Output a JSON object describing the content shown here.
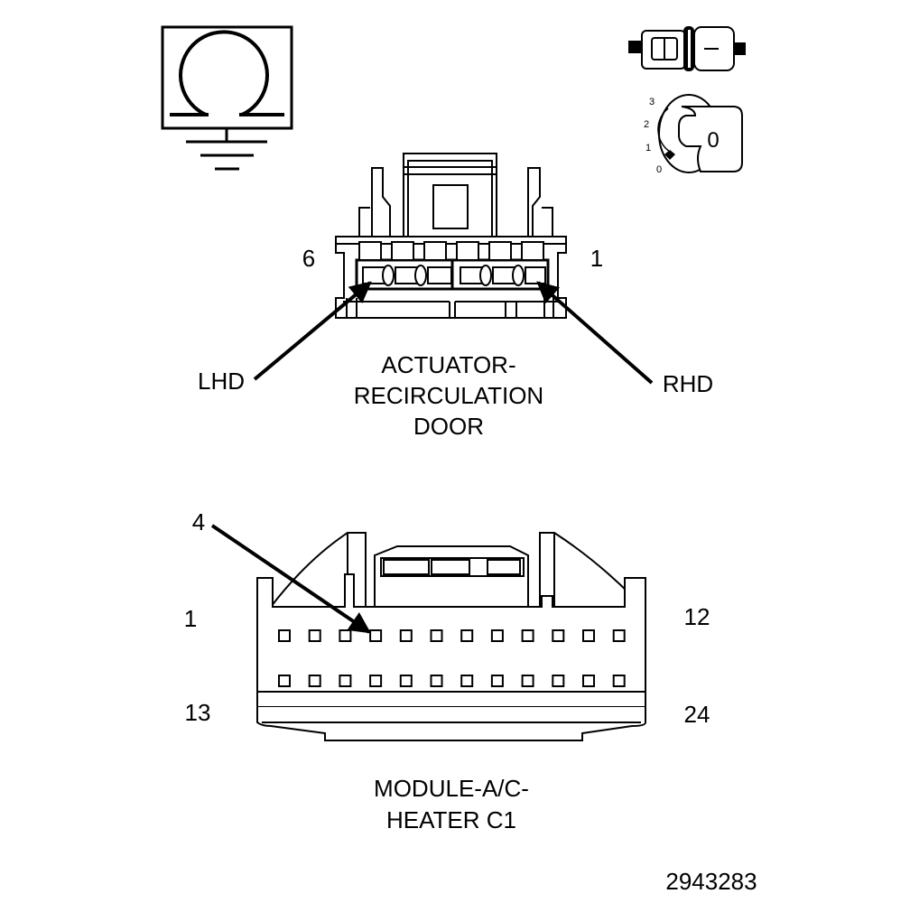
{
  "ohmmeter_symbol": {
    "glyph": "Ω",
    "icon": "ohmmeter-ground-icon"
  },
  "connector_icons": {
    "top": "connector-disconnected-icon",
    "bottom": "ignition-switch-icon"
  },
  "ignition": {
    "positions": [
      "3",
      "2",
      "1",
      "0"
    ],
    "key_label": "0"
  },
  "actuator_connector": {
    "pin_left": "6",
    "pin_right": "1",
    "label_lhd": "LHD",
    "label_rhd": "RHD",
    "title_line1": "ACTUATOR-",
    "title_line2": "RECIRCULATION",
    "title_line3": "DOOR"
  },
  "module_connector": {
    "callout_pin": "4",
    "pin_top_left": "1",
    "pin_top_right": "12",
    "pin_bottom_left": "13",
    "pin_bottom_right": "24",
    "title_line1": "MODULE-A/C-",
    "title_line2": "HEATER C1"
  },
  "figure_id": "2943283"
}
